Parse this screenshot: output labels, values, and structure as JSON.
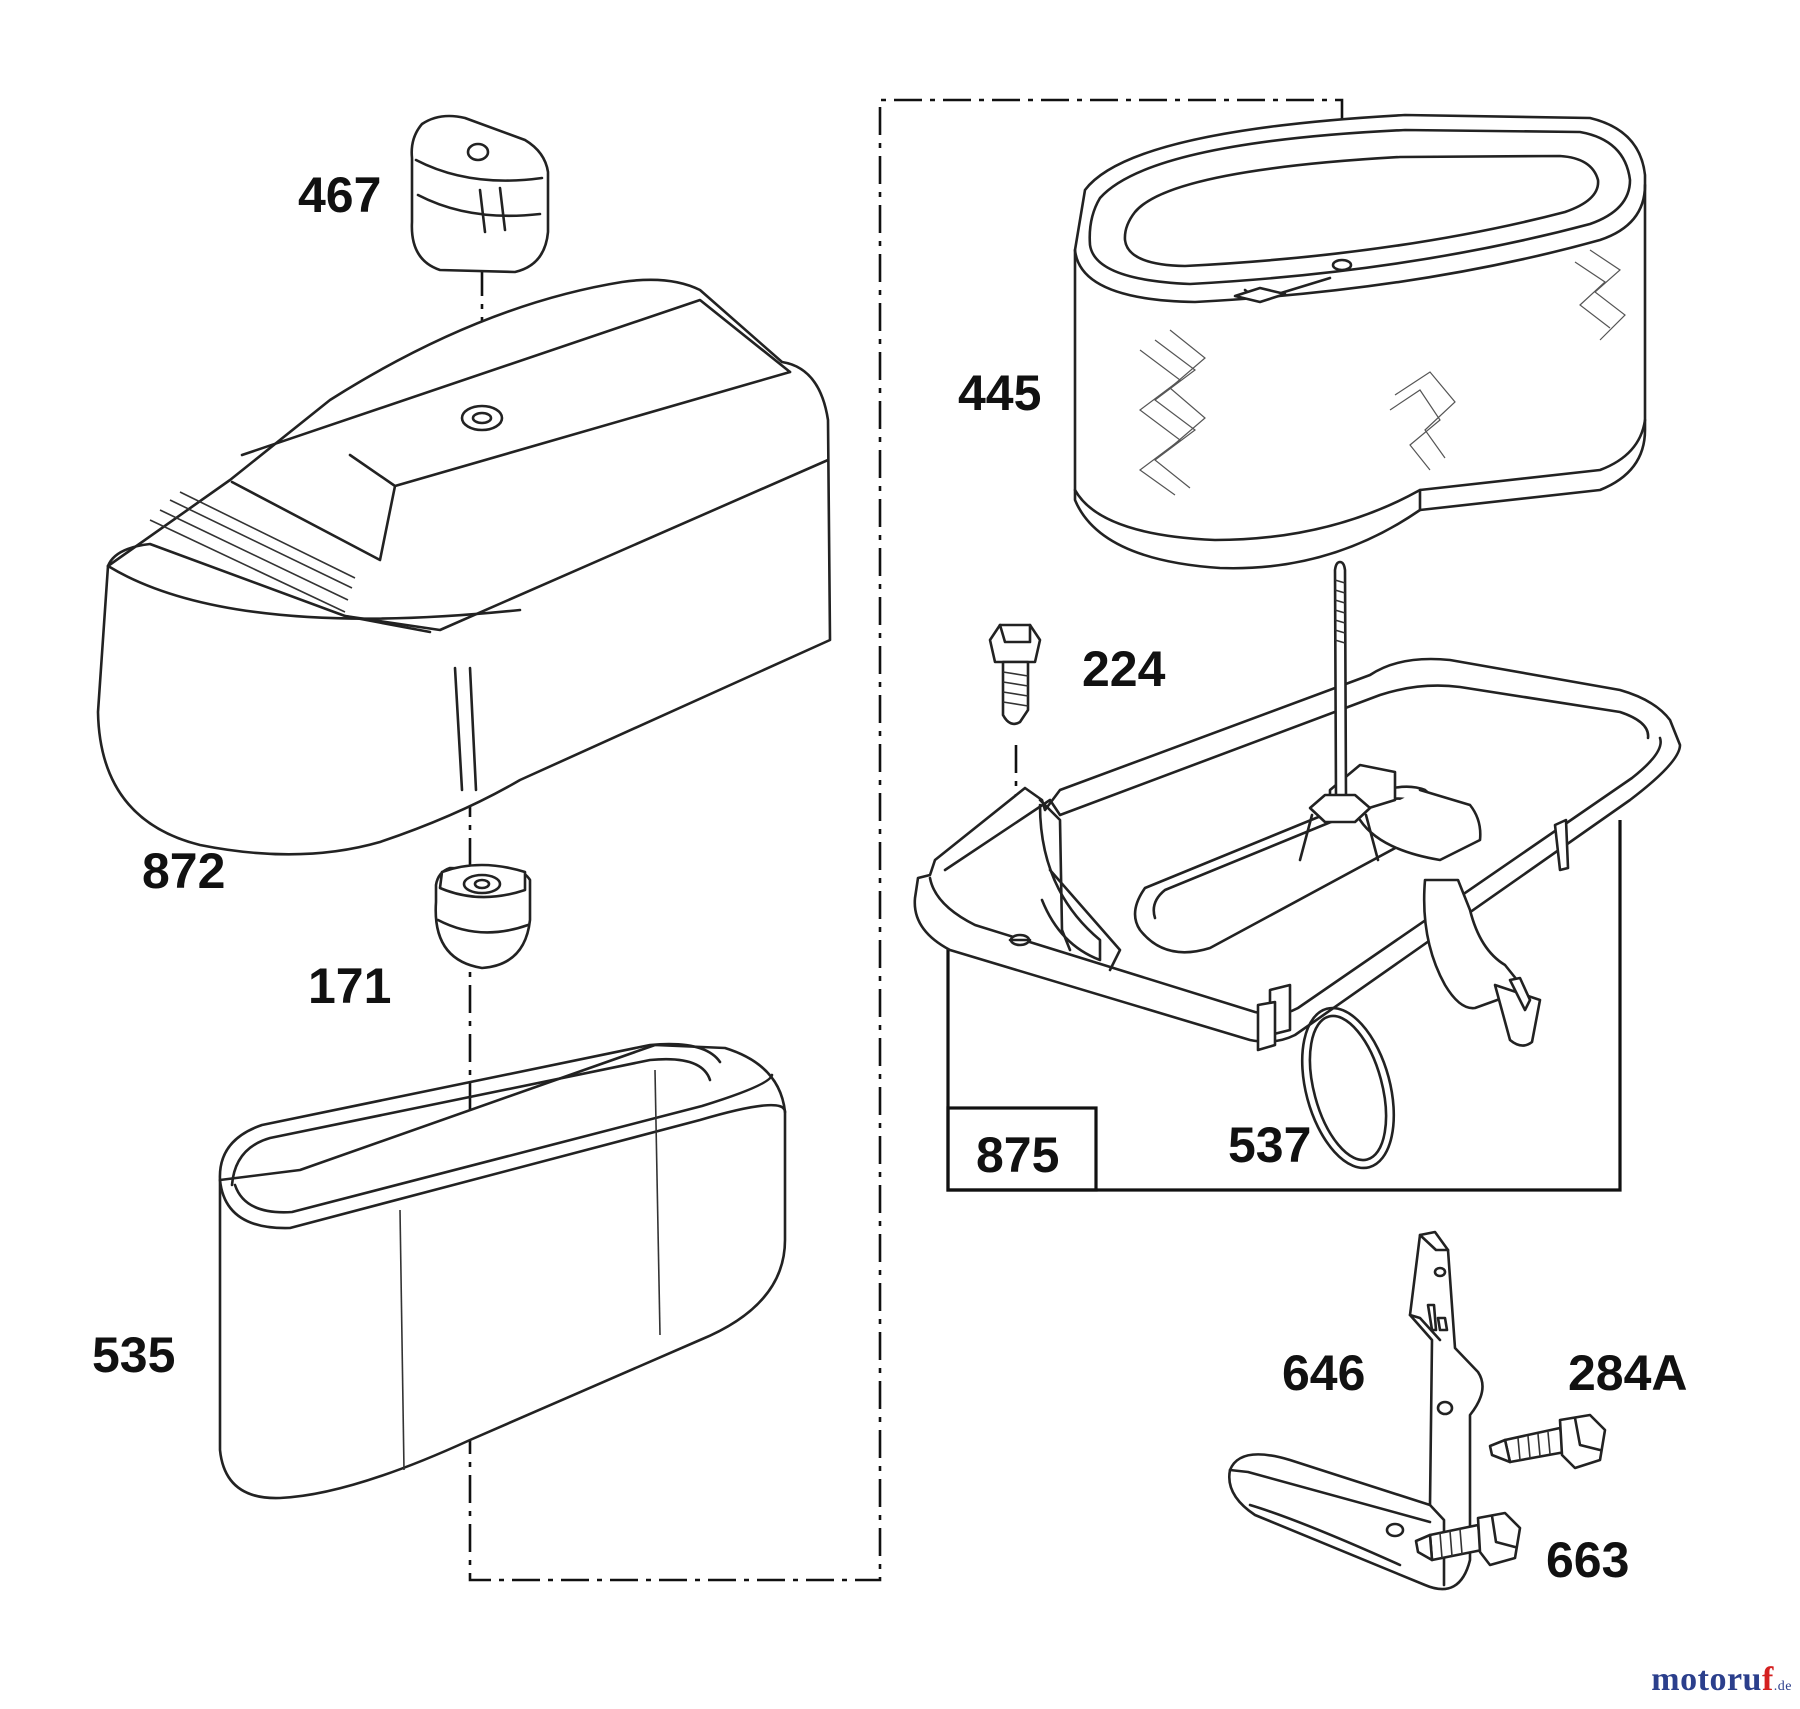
{
  "diagram": {
    "parts": [
      {
        "id": "467",
        "label": "467"
      },
      {
        "id": "872",
        "label": "872"
      },
      {
        "id": "171",
        "label": "171"
      },
      {
        "id": "535",
        "label": "535"
      },
      {
        "id": "445",
        "label": "445"
      },
      {
        "id": "224",
        "label": "224"
      },
      {
        "id": "875",
        "label": "875"
      },
      {
        "id": "537",
        "label": "537"
      },
      {
        "id": "646",
        "label": "646"
      },
      {
        "id": "284A",
        "label": "284A"
      },
      {
        "id": "663",
        "label": "663"
      }
    ]
  },
  "watermark": {
    "main": "motoru",
    "accent": "f",
    "suffix": ".de"
  }
}
